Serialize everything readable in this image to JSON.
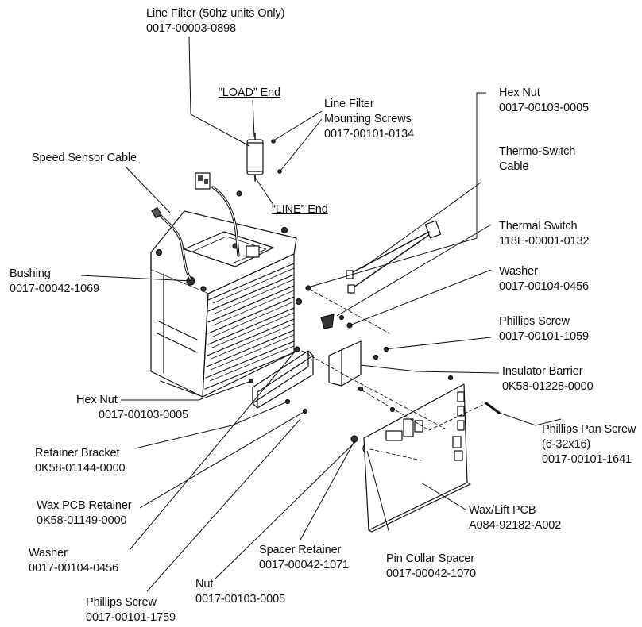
{
  "labels": {
    "line_filter": {
      "name": "Line Filter (50hz units Only)",
      "part": "0017-00003-0898"
    },
    "load_end": {
      "name": "“LOAD” End"
    },
    "line_end": {
      "name": "“LINE” End"
    },
    "line_filter_screws": {
      "name1": "Line Filter",
      "name2": "Mounting Screws",
      "part": "0017-00101-0134"
    },
    "speed_sensor_cable": {
      "name": "Speed Sensor Cable"
    },
    "hex_nut_top": {
      "name": "Hex Nut",
      "part": "0017-00103-0005"
    },
    "thermo_switch_cable": {
      "name1": "Thermo-Switch",
      "name2": "Cable"
    },
    "thermal_switch": {
      "name": "Thermal Switch",
      "part": "118E-00001-0132"
    },
    "bushing": {
      "name": "Bushing",
      "part": "0017-00042-1069"
    },
    "washer_right": {
      "name": "Washer",
      "part": "0017-00104-0456"
    },
    "phillips_screw_right": {
      "name": "Phillips Screw",
      "part": "0017-00101-1059"
    },
    "insulator_barrier": {
      "name": "Insulator Barrier",
      "part": "0K58-01228-0000"
    },
    "hex_nut_left": {
      "name": "Hex Nut",
      "part": "0017-00103-0005"
    },
    "phillips_pan_screw": {
      "name": "Phillips Pan Screw",
      "size": "(6-32x16)",
      "part": "0017-00101-1641"
    },
    "retainer_bracket": {
      "name": "Retainer Bracket",
      "part": "0K58-01144-0000"
    },
    "wax_pcb_retainer": {
      "name": "Wax PCB Retainer",
      "part": "0K58-01149-0000"
    },
    "wax_lift_pcb": {
      "name": "Wax/Lift PCB",
      "part": "A084-92182-A002"
    },
    "washer_left": {
      "name": "Washer",
      "part": "0017-00104-0456"
    },
    "spacer_retainer": {
      "name": "Spacer Retainer",
      "part": "0017-00042-1071"
    },
    "pin_collar_spacer": {
      "name": "Pin Collar Spacer",
      "part": "0017-00042-1070"
    },
    "nut": {
      "name": "Nut",
      "part": "0017-00103-0005"
    },
    "phillips_screw_left": {
      "name": "Phillips Screw",
      "part": "0017-00101-1759"
    }
  }
}
